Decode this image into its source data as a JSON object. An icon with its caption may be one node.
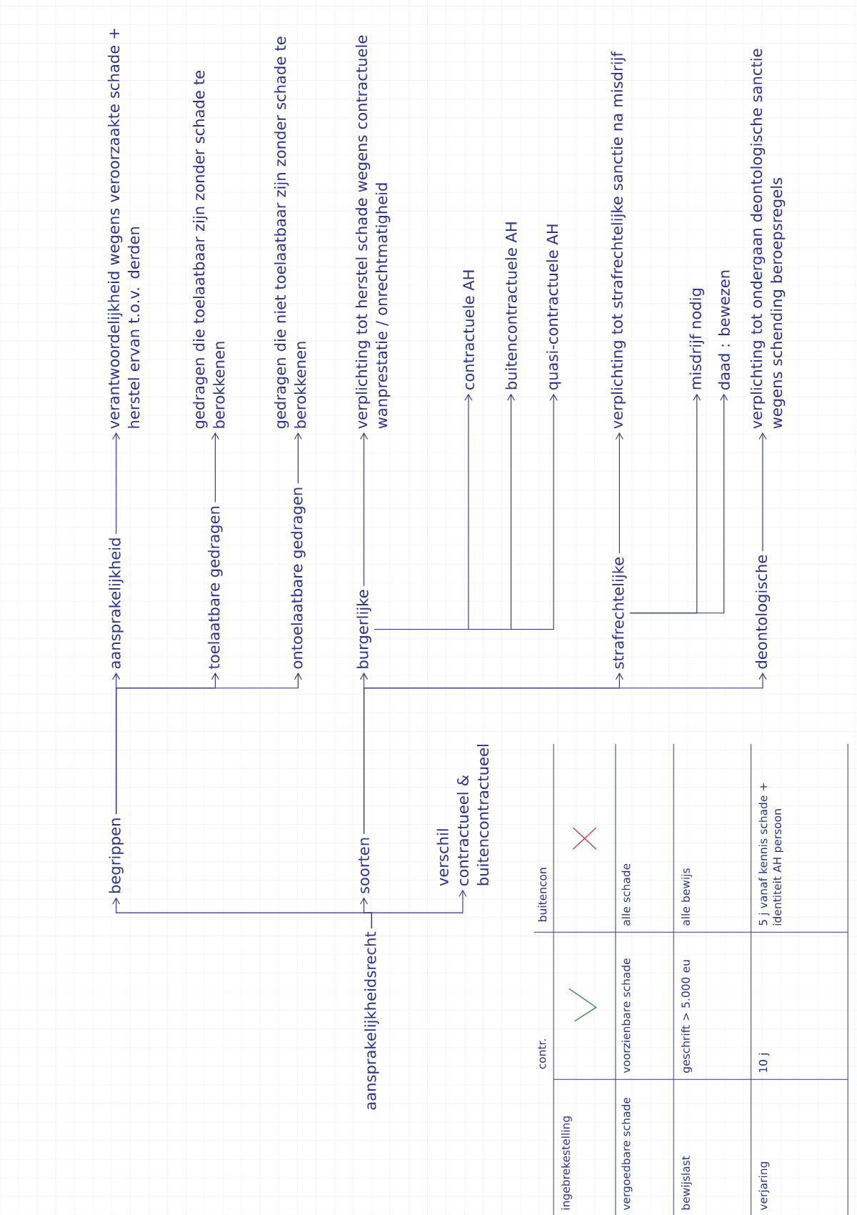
{
  "diagram": {
    "nodes": [
      {
        "text": [
          "aansprakelijkheidsrecht"
        ]
      },
      {
        "text": [
          "begrippen"
        ]
      },
      {
        "text": [
          "soorten"
        ]
      },
      {
        "text": [
          "verschil contractueel & buitencontractueel"
        ]
      },
      {
        "text": [
          "aansprakelijkheid"
        ]
      },
      {
        "text": [
          "toelaatbare gedragen"
        ]
      },
      {
        "text": [
          "ontoelaatbare gedragen"
        ]
      },
      {
        "text": [
          "burgerlijke"
        ]
      },
      {
        "text": [
          "strafrechtelijke"
        ]
      },
      {
        "text": [
          "deontologische"
        ]
      },
      {
        "text": [
          "verantwoordelijkheid wegens veroorzaakte schade + herstel ervan t.o.v. derden"
        ]
      },
      {
        "text": [
          "gedragen die toelaatbaar zijn zonder schade te berokkenen"
        ]
      },
      {
        "text": [
          "gedragen die niet toelaatbaar zijn zonder schade te berokkenen"
        ]
      },
      {
        "text": [
          "verplichting tot herstel schade wegens contractuele wanprestatie / onrechtmatigheid"
        ]
      },
      {
        "text": [
          "contractuele AH"
        ]
      },
      {
        "text": [
          "buitencontractuele AH"
        ]
      },
      {
        "text": [
          "quasi-contractuele AH"
        ]
      },
      {
        "text": [
          "verplichting tot strafrechtelijke sanctie na misdrijf"
        ]
      },
      {
        "text": [
          "misdrijf nodig"
        ]
      },
      {
        "text": [
          "daad : bewezen"
        ]
      },
      {
        "text": [
          "verplichting tot ondergaan deontologische sanctie wegens schending beroepsregels"
        ]
      }
    ],
    "edges": [
      {
        "from": 0,
        "to": 1,
        "arrow": "to"
      },
      {
        "from": 0,
        "to": 2,
        "arrow": "to"
      },
      {
        "from": 0,
        "to": 3,
        "arrow": "to"
      },
      {
        "from": 1,
        "to": 4,
        "arrow": "to"
      },
      {
        "from": 1,
        "to": 5,
        "arrow": "to"
      },
      {
        "from": 1,
        "to": 6,
        "arrow": "to"
      },
      {
        "from": 2,
        "to": 7,
        "arrow": "to"
      },
      {
        "from": 2,
        "to": 8,
        "arrow": "to"
      },
      {
        "from": 2,
        "to": 9,
        "arrow": "to"
      },
      {
        "from": 4,
        "to": 10,
        "arrow": "to"
      },
      {
        "from": 5,
        "to": 11,
        "arrow": "to"
      },
      {
        "from": 6,
        "to": 12,
        "arrow": "to"
      },
      {
        "from": 7,
        "to": 13,
        "arrow": "to"
      },
      {
        "from": 7,
        "to": 14,
        "arrow": "to"
      },
      {
        "from": 7,
        "to": 15,
        "arrow": "to"
      },
      {
        "from": 7,
        "to": 16,
        "arrow": "to"
      },
      {
        "from": 8,
        "to": 17,
        "arrow": "to"
      },
      {
        "from": 8,
        "to": 18,
        "arrow": "to"
      },
      {
        "from": 8,
        "to": 19,
        "arrow": "to"
      },
      {
        "from": 9,
        "to": 20,
        "arrow": "to"
      }
    ],
    "labels": [
      "contr.",
      "buitencon",
      "ingebrekestelling",
      "vergoedbare schade",
      "voorzienbare schade",
      "alle schade",
      "bewijslast",
      "geschrift > 5.000 eu",
      "alle bewijs",
      "verjaring",
      "10 j",
      "5 j vanaf kennis schade + identiteit AH persoon"
    ]
  }
}
